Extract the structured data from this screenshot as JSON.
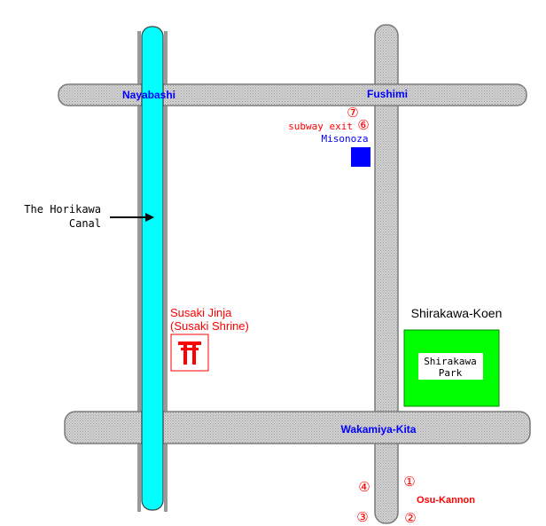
{
  "roads": {
    "nayabashi": "Nayabashi",
    "fushimi": "Fushimi",
    "wakamiya_kita": "Wakamiya-Kita"
  },
  "canal": {
    "label_line1": "The Horikawa",
    "label_line2": "Canal"
  },
  "subway": {
    "exit_label": "subway exit",
    "exit_7": "⑦",
    "exit_6": "⑥"
  },
  "misonoza": {
    "label": "Misonoza"
  },
  "shrine": {
    "label_line1": "Susaki Jinja",
    "label_line2": "(Susaki Shrine)",
    "symbol": "⛩"
  },
  "park": {
    "area_label": "Shirakawa-Koen",
    "box_line1": "Shirakawa",
    "box_line2": "Park"
  },
  "osu": {
    "label": "Osu-Kannon",
    "exit_1": "①",
    "exit_2": "②",
    "exit_3": "③",
    "exit_4": "④"
  },
  "colors": {
    "road_fill": "#c8c8c8",
    "road_stroke": "#808080",
    "canal_fill": "#00ffff",
    "canal_bank": "#909090",
    "road_label": "#0000ff",
    "exit_red": "#ff0000",
    "shrine_red": "#ff0000",
    "misonoza_blue": "#0000ff",
    "park_green": "#00ff00"
  },
  "icons": [
    "torii-icon",
    "arrow-icon"
  ]
}
